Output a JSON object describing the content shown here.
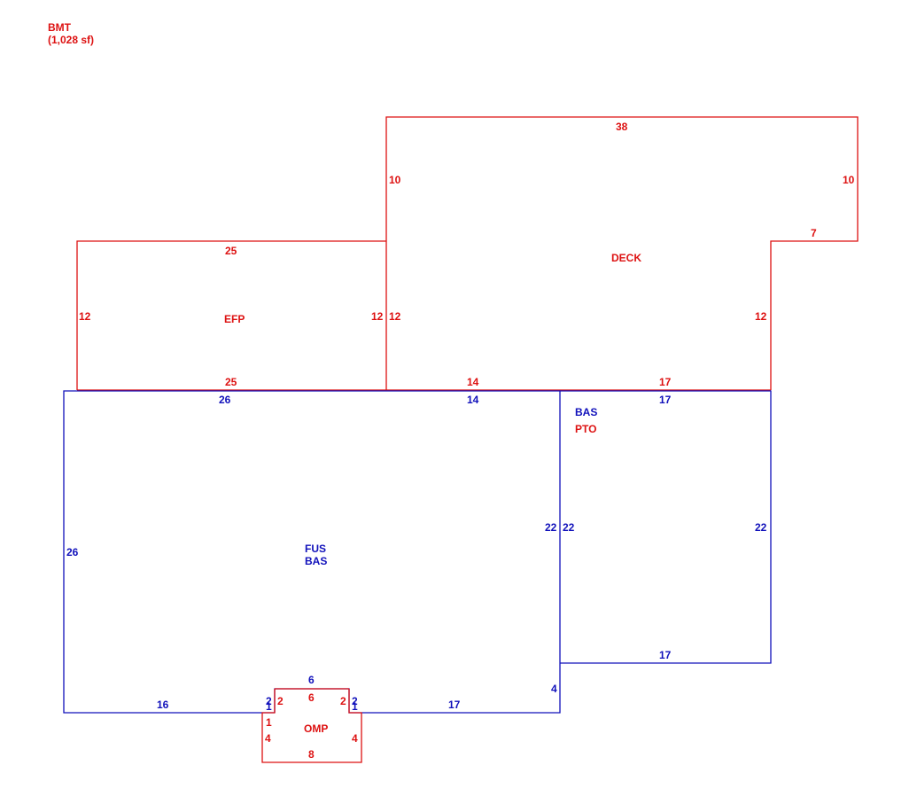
{
  "header": {
    "code": "BMT",
    "area": "(1,028 sf)"
  },
  "colors": {
    "red": "#dd1111",
    "blue": "#1111bb"
  },
  "areas": {
    "deck": "DECK",
    "efp": "EFP",
    "fus": "FUS",
    "bas_main": "BAS",
    "bas_small": "BAS",
    "pto": "PTO",
    "omp": "OMP"
  },
  "dims": {
    "deck_top": "38",
    "deck_left": "10",
    "deck_right": "10",
    "deck_step": "7",
    "deck_inner_left": "12",
    "deck_inner_right": "12",
    "efp_top": "25",
    "efp_left": "12",
    "efp_right": "12",
    "efp_bottom": "25",
    "deck_bottom_a": "14",
    "deck_bottom_b": "17",
    "bas_top_left": "26",
    "bas_top_mid": "14",
    "bas_top_right": "17",
    "bas_left": "26",
    "bas_mid_left": "22",
    "bas_mid_right": "22",
    "bas_right": "22",
    "bas_small_bottom": "17",
    "bas_bottom_left": "16",
    "bas_bottom_right": "17",
    "bas_notch_right": "4",
    "bas_notch_top": "6",
    "bas_notch_l1": "2",
    "bas_notch_l2": "1",
    "bas_notch_r1": "2",
    "bas_notch_r2": "1",
    "omp_top": "6",
    "omp_l2": "2",
    "omp_r2": "2",
    "omp_l1": "1",
    "omp_left": "4",
    "omp_right": "4",
    "omp_bottom": "8"
  }
}
